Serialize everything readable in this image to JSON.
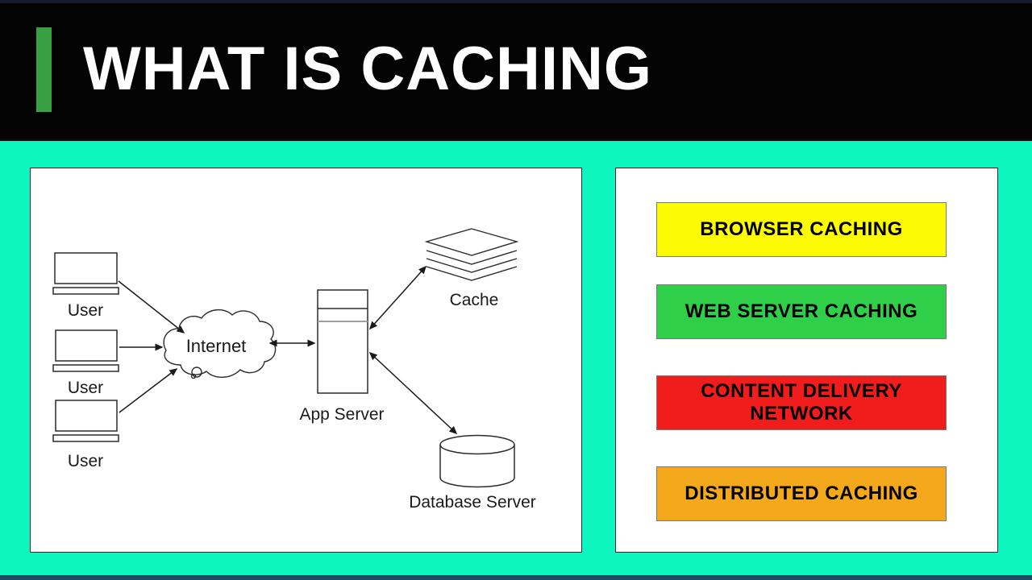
{
  "title": "WHAT IS CACHING",
  "colors": {
    "background": "#0EF6BF",
    "header_background": "#030303",
    "accent_bar": "#389F42",
    "title_text": "#FFFFFF",
    "panel_background": "#FFFFFF",
    "top_edge_line": "#141B2E",
    "bottom_edge_line": "#1E4D63"
  },
  "diagram": {
    "user_labels": [
      "User",
      "User",
      "User"
    ],
    "internet_label": "Internet",
    "app_server_label": "App Server",
    "cache_label": "Cache",
    "database_label": "Database Server",
    "connections": [
      "user-1 to internet",
      "user-2 to internet",
      "user-3 to internet",
      "internet to app-server (bidirectional)",
      "app-server to cache (bidirectional)",
      "app-server to database-server (bidirectional)"
    ]
  },
  "caching_types": [
    {
      "label": "BROWSER CACHING",
      "color": "#FDFB04",
      "text_color": "#000000"
    },
    {
      "label": "WEB SERVER CACHING",
      "color": "#2FCF4A",
      "text_color": "#000000"
    },
    {
      "label": "CONTENT DELIVERY NETWORK",
      "color": "#F11D1D",
      "text_color": "#000000"
    },
    {
      "label": "DISTRIBUTED CACHING",
      "color": "#F4A91C",
      "text_color": "#000000"
    }
  ]
}
